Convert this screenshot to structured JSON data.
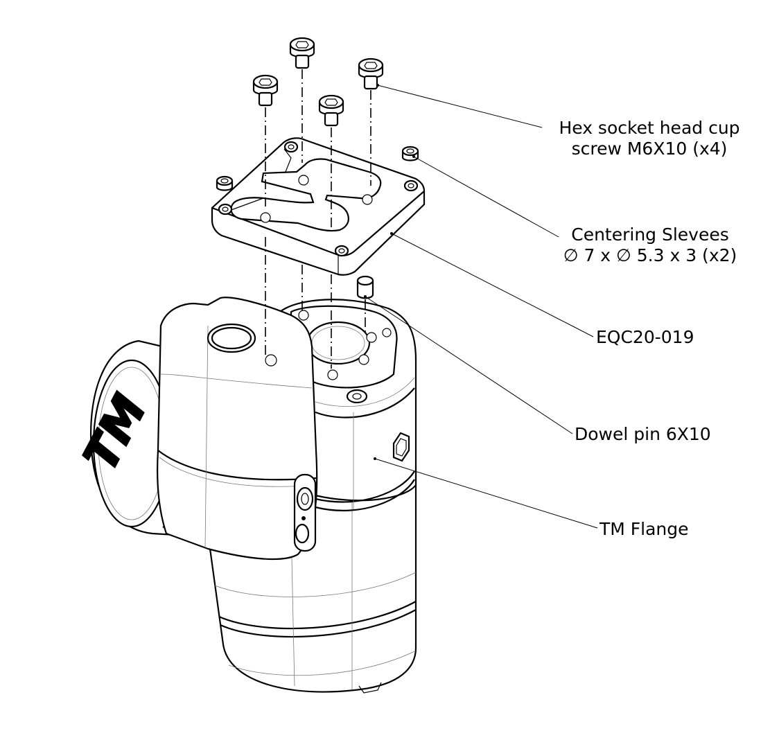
{
  "labels": {
    "screw_line1": "Hex socket head cup",
    "screw_line2": "screw M6X10 (x4)",
    "sleeve_line1": "Centering Slevees",
    "sleeve_line2": "∅ 7 x ∅ 5.3 x 3 (x2)",
    "plate": "EQC20-019",
    "dowel": "Dowel pin 6X10",
    "flange": "TM Flange"
  },
  "logo_text": "TM"
}
